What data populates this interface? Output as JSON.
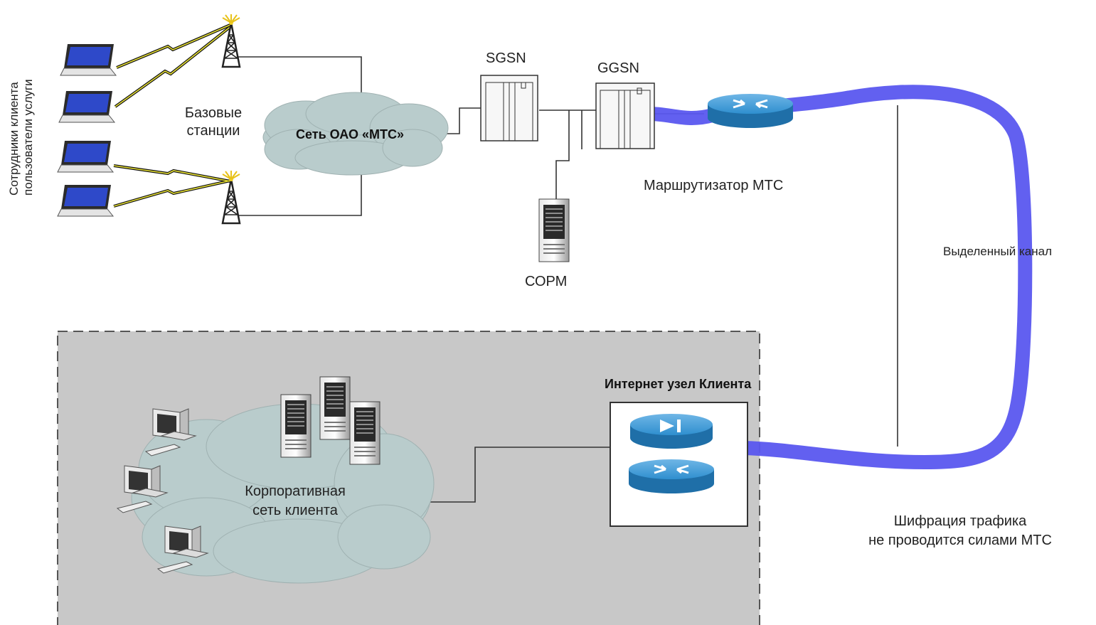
{
  "labels": {
    "employees": [
      "Сотрудники клиента",
      "пользователи услуги"
    ],
    "base_stations": [
      "Базовые",
      "станции"
    ],
    "mts_network": "Сеть ОАО «МТС»",
    "sgsn": "SGSN",
    "ggsn": "GGSN",
    "sorm": "СОРМ",
    "mts_router": "Маршрутизатор МТС",
    "dedicated_channel": "Выделенный канал",
    "client_internet_node": "Интернет узел Клиента",
    "corporate_network": [
      "Корпоративная",
      "сеть клиента"
    ],
    "encryption_note": [
      "Шифрация трафика",
      "не проводится силами МТС"
    ]
  },
  "colors": {
    "channel": "#5a57ef",
    "cloud": "#b9cccc",
    "router": "#2b86c2",
    "zone": "#c8c8c8",
    "wireless_link": "#e6df34"
  },
  "icons": {
    "laptop": "laptop-icon",
    "tower": "radio-tower-icon",
    "server_rack": "server-rack-icon",
    "tower_server": "tower-server-icon",
    "router": "router-icon",
    "firewall": "firewall-icon",
    "workstation": "workstation-icon"
  }
}
